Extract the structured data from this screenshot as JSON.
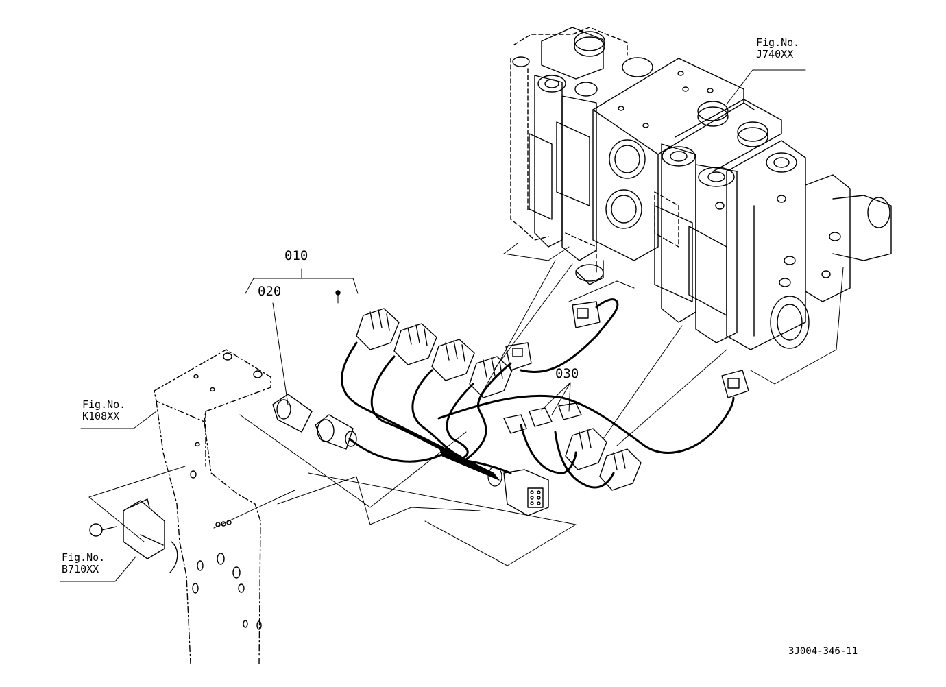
{
  "callouts": {
    "part_010": "010",
    "part_020": "020",
    "part_030": "030"
  },
  "figure_refs": {
    "j740": {
      "prefix": "Fig.No.",
      "code": "J740XX"
    },
    "k108": {
      "prefix": "Fig.No.",
      "code": "K108XX"
    },
    "b710": {
      "prefix": "Fig.No.",
      "code": "B710XX"
    }
  },
  "drawing_code": "3J004-346-11",
  "colors": {
    "ink": "#000000",
    "paper": "#ffffff"
  }
}
